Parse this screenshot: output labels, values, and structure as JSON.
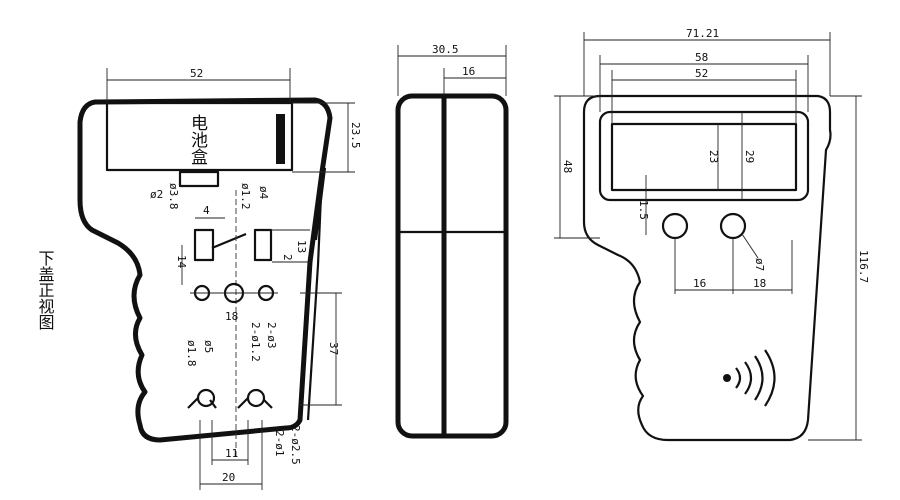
{
  "side_label": "下盖正视图",
  "battery_label": "电池盒",
  "left_view": {
    "width_dim": "52",
    "top_height_dim": "23.5",
    "hole_2": "ø2",
    "hole_3_8": "ø3.8",
    "hole_1_2": "ø1.2",
    "hole_4": "ø4",
    "spacing_4": "4",
    "dim_13": "13",
    "dim_2": "2",
    "dim_14": "14",
    "dim_18": "18",
    "dim_37": "37",
    "hole_5": "ø5",
    "hole_1_8": "ø1.8",
    "hole_2x3": "2-ø3",
    "hole_2x1_2": "2-ø1.2",
    "bottom_11": "11",
    "bottom_20": "20",
    "hole_2x2_5": "2-ø2.5",
    "hole_2x1": "2-ø1"
  },
  "side_view": {
    "width_dim": "30.5",
    "inner_dim": "16"
  },
  "right_view": {
    "overall_width": "71.21",
    "window_58": "58",
    "window_52": "52",
    "height_48": "48",
    "dim_23": "23",
    "dim_29": "29",
    "dim_1_5": "1.5",
    "dim_16": "16",
    "dim_18": "18",
    "button_hole": "ø7",
    "overall_height": "116.7"
  },
  "icons": [
    "nfc-waves-icon"
  ]
}
